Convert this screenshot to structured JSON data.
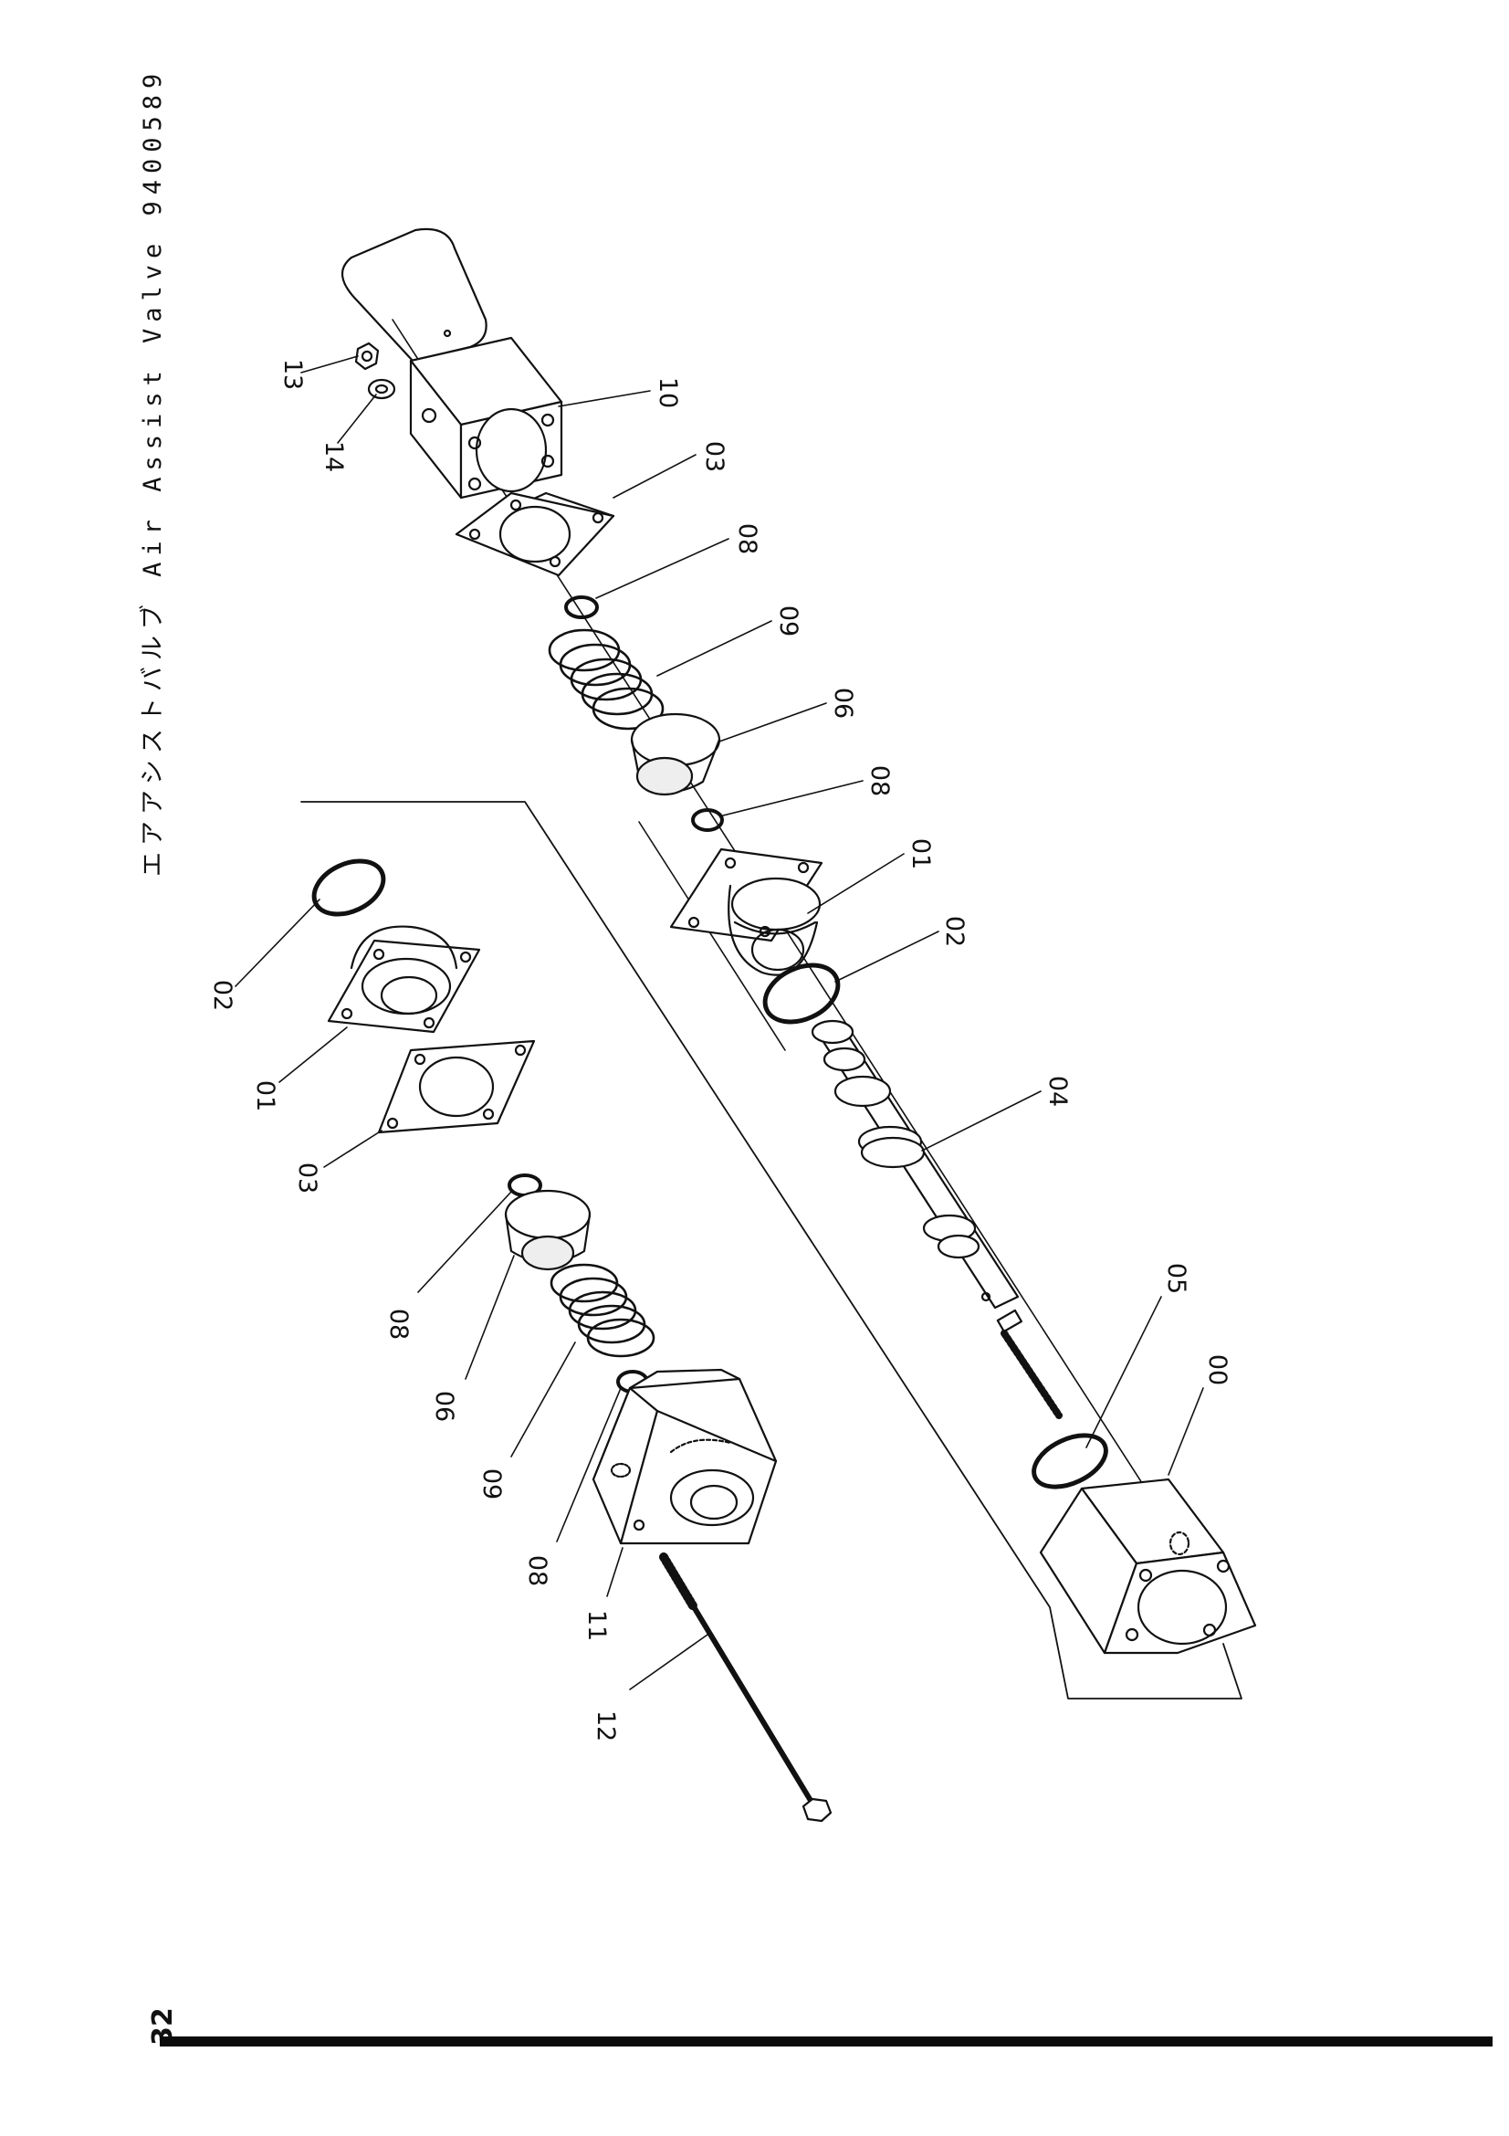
{
  "document": {
    "title": "エアアシストバルブ Air Assist Valve 9400589",
    "page_number": "32"
  },
  "diagram": {
    "name": "exploded-parts-view",
    "callouts": [
      {
        "id": "c13",
        "label": "13",
        "part": "nut"
      },
      {
        "id": "c14",
        "label": "14",
        "part": "washer"
      },
      {
        "id": "c10a",
        "label": "10",
        "part": "cylinder-housing"
      },
      {
        "id": "c03a",
        "label": "03",
        "part": "gasket"
      },
      {
        "id": "c08a",
        "label": "08",
        "part": "o-ring-small"
      },
      {
        "id": "c09a",
        "label": "09",
        "part": "spring"
      },
      {
        "id": "c06a",
        "label": "06",
        "part": "piston"
      },
      {
        "id": "c08b",
        "label": "08",
        "part": "o-ring-small"
      },
      {
        "id": "c01a",
        "label": "01",
        "part": "flange-cover"
      },
      {
        "id": "c02a",
        "label": "02",
        "part": "o-ring-large"
      },
      {
        "id": "c04",
        "label": "04",
        "part": "valve-spool"
      },
      {
        "id": "c05",
        "label": "05",
        "part": "o-ring-large"
      },
      {
        "id": "c00",
        "label": "00",
        "part": "valve-body"
      },
      {
        "id": "c02b",
        "label": "02",
        "part": "o-ring-large"
      },
      {
        "id": "c01b",
        "label": "01",
        "part": "flange-cover"
      },
      {
        "id": "c03b",
        "label": "03",
        "part": "gasket"
      },
      {
        "id": "c08c",
        "label": "08",
        "part": "o-ring-small"
      },
      {
        "id": "c06b",
        "label": "06",
        "part": "piston"
      },
      {
        "id": "c09b",
        "label": "09",
        "part": "spring"
      },
      {
        "id": "c08d",
        "label": "08",
        "part": "o-ring-small"
      },
      {
        "id": "c11",
        "label": "11",
        "part": "end-block"
      },
      {
        "id": "c12",
        "label": "12",
        "part": "tie-bolt"
      }
    ]
  },
  "colors": {
    "ink": "#111111",
    "paper": "#ffffff",
    "shade": "#e6e6e6"
  }
}
